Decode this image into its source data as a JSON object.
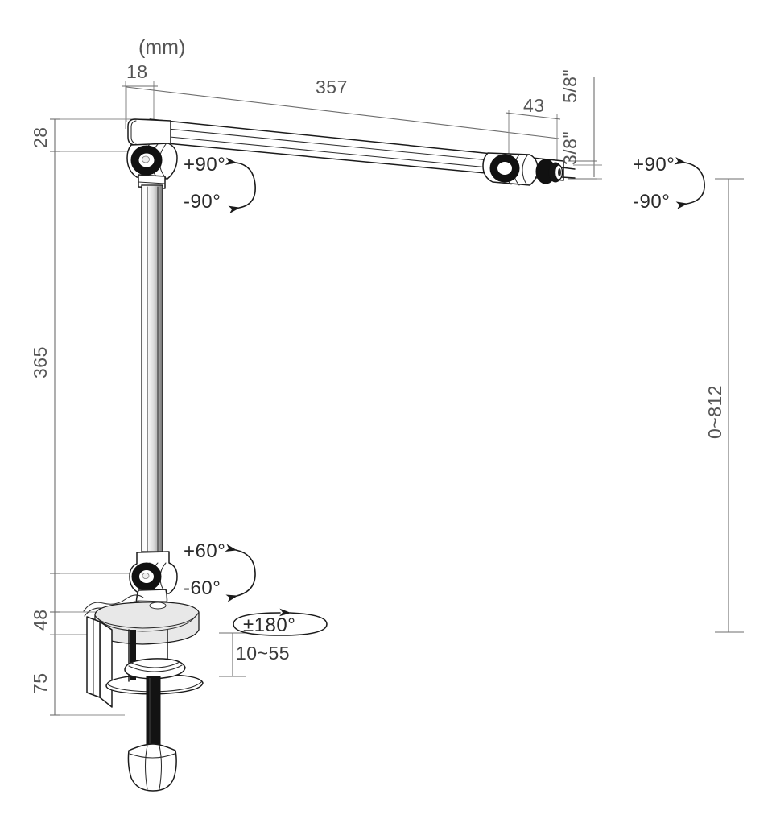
{
  "drawing": {
    "title": "Monitor arm dimensional drawing",
    "unit_label": "(mm)",
    "background_color": "#ffffff",
    "line_color": "#1b1b1b",
    "dimension_color": "#6d6d6d"
  },
  "dimensions": {
    "top_offset": "18",
    "arm_length": "357",
    "joint_offset": "43",
    "thread_small": "3/8\"",
    "thread_large": "5/8\"",
    "top_height": "28",
    "pole_height": "365",
    "base_top": "48",
    "base_height": "75",
    "clamp_range": "10~55",
    "total_height_range": "0~812"
  },
  "rotations": {
    "top_joint_positive": "+90°",
    "top_joint_negative": "-90°",
    "end_joint_positive": "+90°",
    "end_joint_negative": "-90°",
    "base_joint_positive": "+60°",
    "base_joint_negative": "-60°",
    "swivel": "±180°"
  },
  "labels": {
    "unit": "(mm)"
  }
}
